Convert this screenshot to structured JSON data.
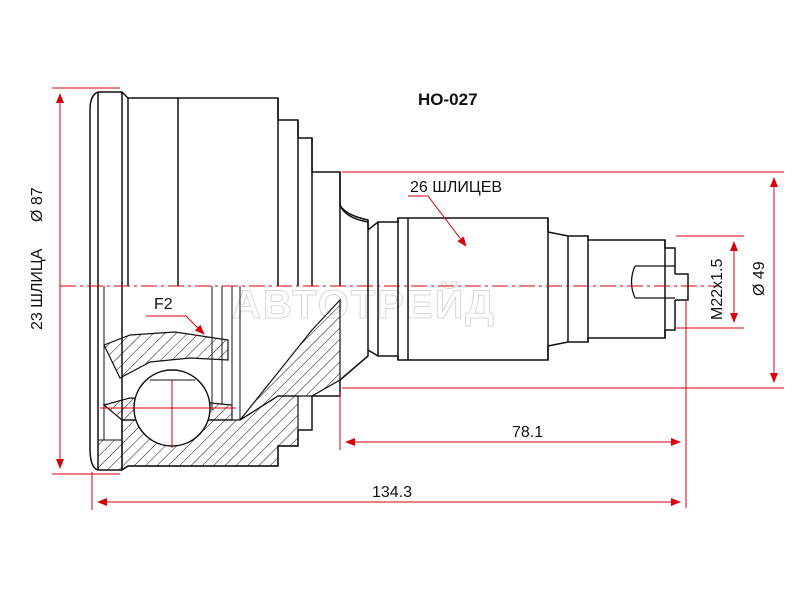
{
  "part_number": "HO-027",
  "spline_count_outer": "26 ШЛИЦЕВ",
  "inner_label_f2": "F2",
  "thread": "M22x1.5",
  "dia_outer_spline": "Ø 49",
  "dia_housing": "Ø 87",
  "spline_count_inner": "23 ШЛИЦА",
  "length_shaft": "78.1",
  "length_total": "134.3",
  "watermark": "АВТОТРЕЙД",
  "colors": {
    "outline": "#111111",
    "dimension": "#d8000a",
    "hatch": "#111111",
    "watermark": "#d8d8d8"
  }
}
